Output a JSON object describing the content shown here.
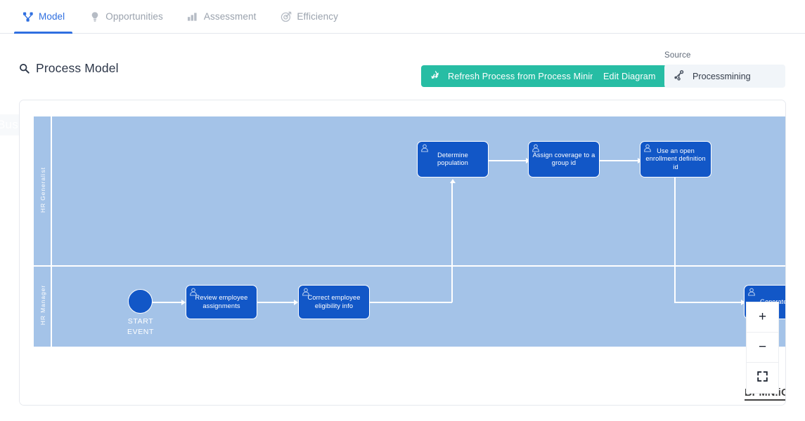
{
  "tabs": [
    {
      "label": "Model",
      "icon": "sitemap-icon",
      "active": true
    },
    {
      "label": "Opportunities",
      "icon": "lightbulb-icon",
      "active": false
    },
    {
      "label": "Assessment",
      "icon": "bar-chart-icon",
      "active": false
    },
    {
      "label": "Efficiency",
      "icon": "target-icon",
      "active": false
    }
  ],
  "background": {
    "ghost_text": "Business Architecture"
  },
  "header": {
    "title": "Process Model",
    "title_icon": "search-icon",
    "refresh_button": "Refresh Process from Process Mining",
    "refresh_icon": "recycle-icon",
    "edit_button": "Edit Diagram",
    "source_label": "Source",
    "source_value": "Processmining",
    "source_icon": "share-nodes-icon"
  },
  "colors": {
    "accent_teal": "#27bda4",
    "tab_active": "#2f6fe0",
    "pool_fill": "#a4c3e8",
    "task_fill": "#1257c7",
    "connector": "#ffffff"
  },
  "diagram": {
    "type": "bpmn",
    "lanes": [
      {
        "name": "HR Generalist"
      },
      {
        "name": "HR Manager"
      }
    ],
    "start_event": {
      "label_line1": "START",
      "label_line2": "EVENT"
    },
    "tasks": [
      {
        "id": "t1",
        "label": "Determine population",
        "lane": "HR Generalist",
        "icon": "user-task-icon"
      },
      {
        "id": "t2",
        "label": "Assign coverage to a group id",
        "lane": "HR Generalist",
        "icon": "user-task-icon"
      },
      {
        "id": "t3",
        "label": "Use an open enrollment definition id",
        "lane": "HR Generalist",
        "icon": "user-task-icon"
      },
      {
        "id": "t4",
        "label": "Review employee assignments",
        "lane": "HR Manager",
        "icon": "user-task-icon"
      },
      {
        "id": "t5",
        "label": "Correct employee eligibility info",
        "lane": "HR Manager",
        "icon": "user-task-icon"
      },
      {
        "id": "t6",
        "label": "Generate enrollm",
        "lane": "HR Manager",
        "icon": "user-task-icon"
      }
    ],
    "flows": [
      {
        "from": "start",
        "to": "t4"
      },
      {
        "from": "t4",
        "to": "t5"
      },
      {
        "from": "t5",
        "to": "t1"
      },
      {
        "from": "t1",
        "to": "t2"
      },
      {
        "from": "t2",
        "to": "t3"
      },
      {
        "from": "t3",
        "to": "t6"
      }
    ],
    "watermark": "BPMN.iO",
    "zoom_controls": [
      {
        "name": "zoom-in",
        "glyph": "+"
      },
      {
        "name": "zoom-out",
        "glyph": "−"
      },
      {
        "name": "fit-viewport",
        "glyph": ""
      }
    ]
  }
}
